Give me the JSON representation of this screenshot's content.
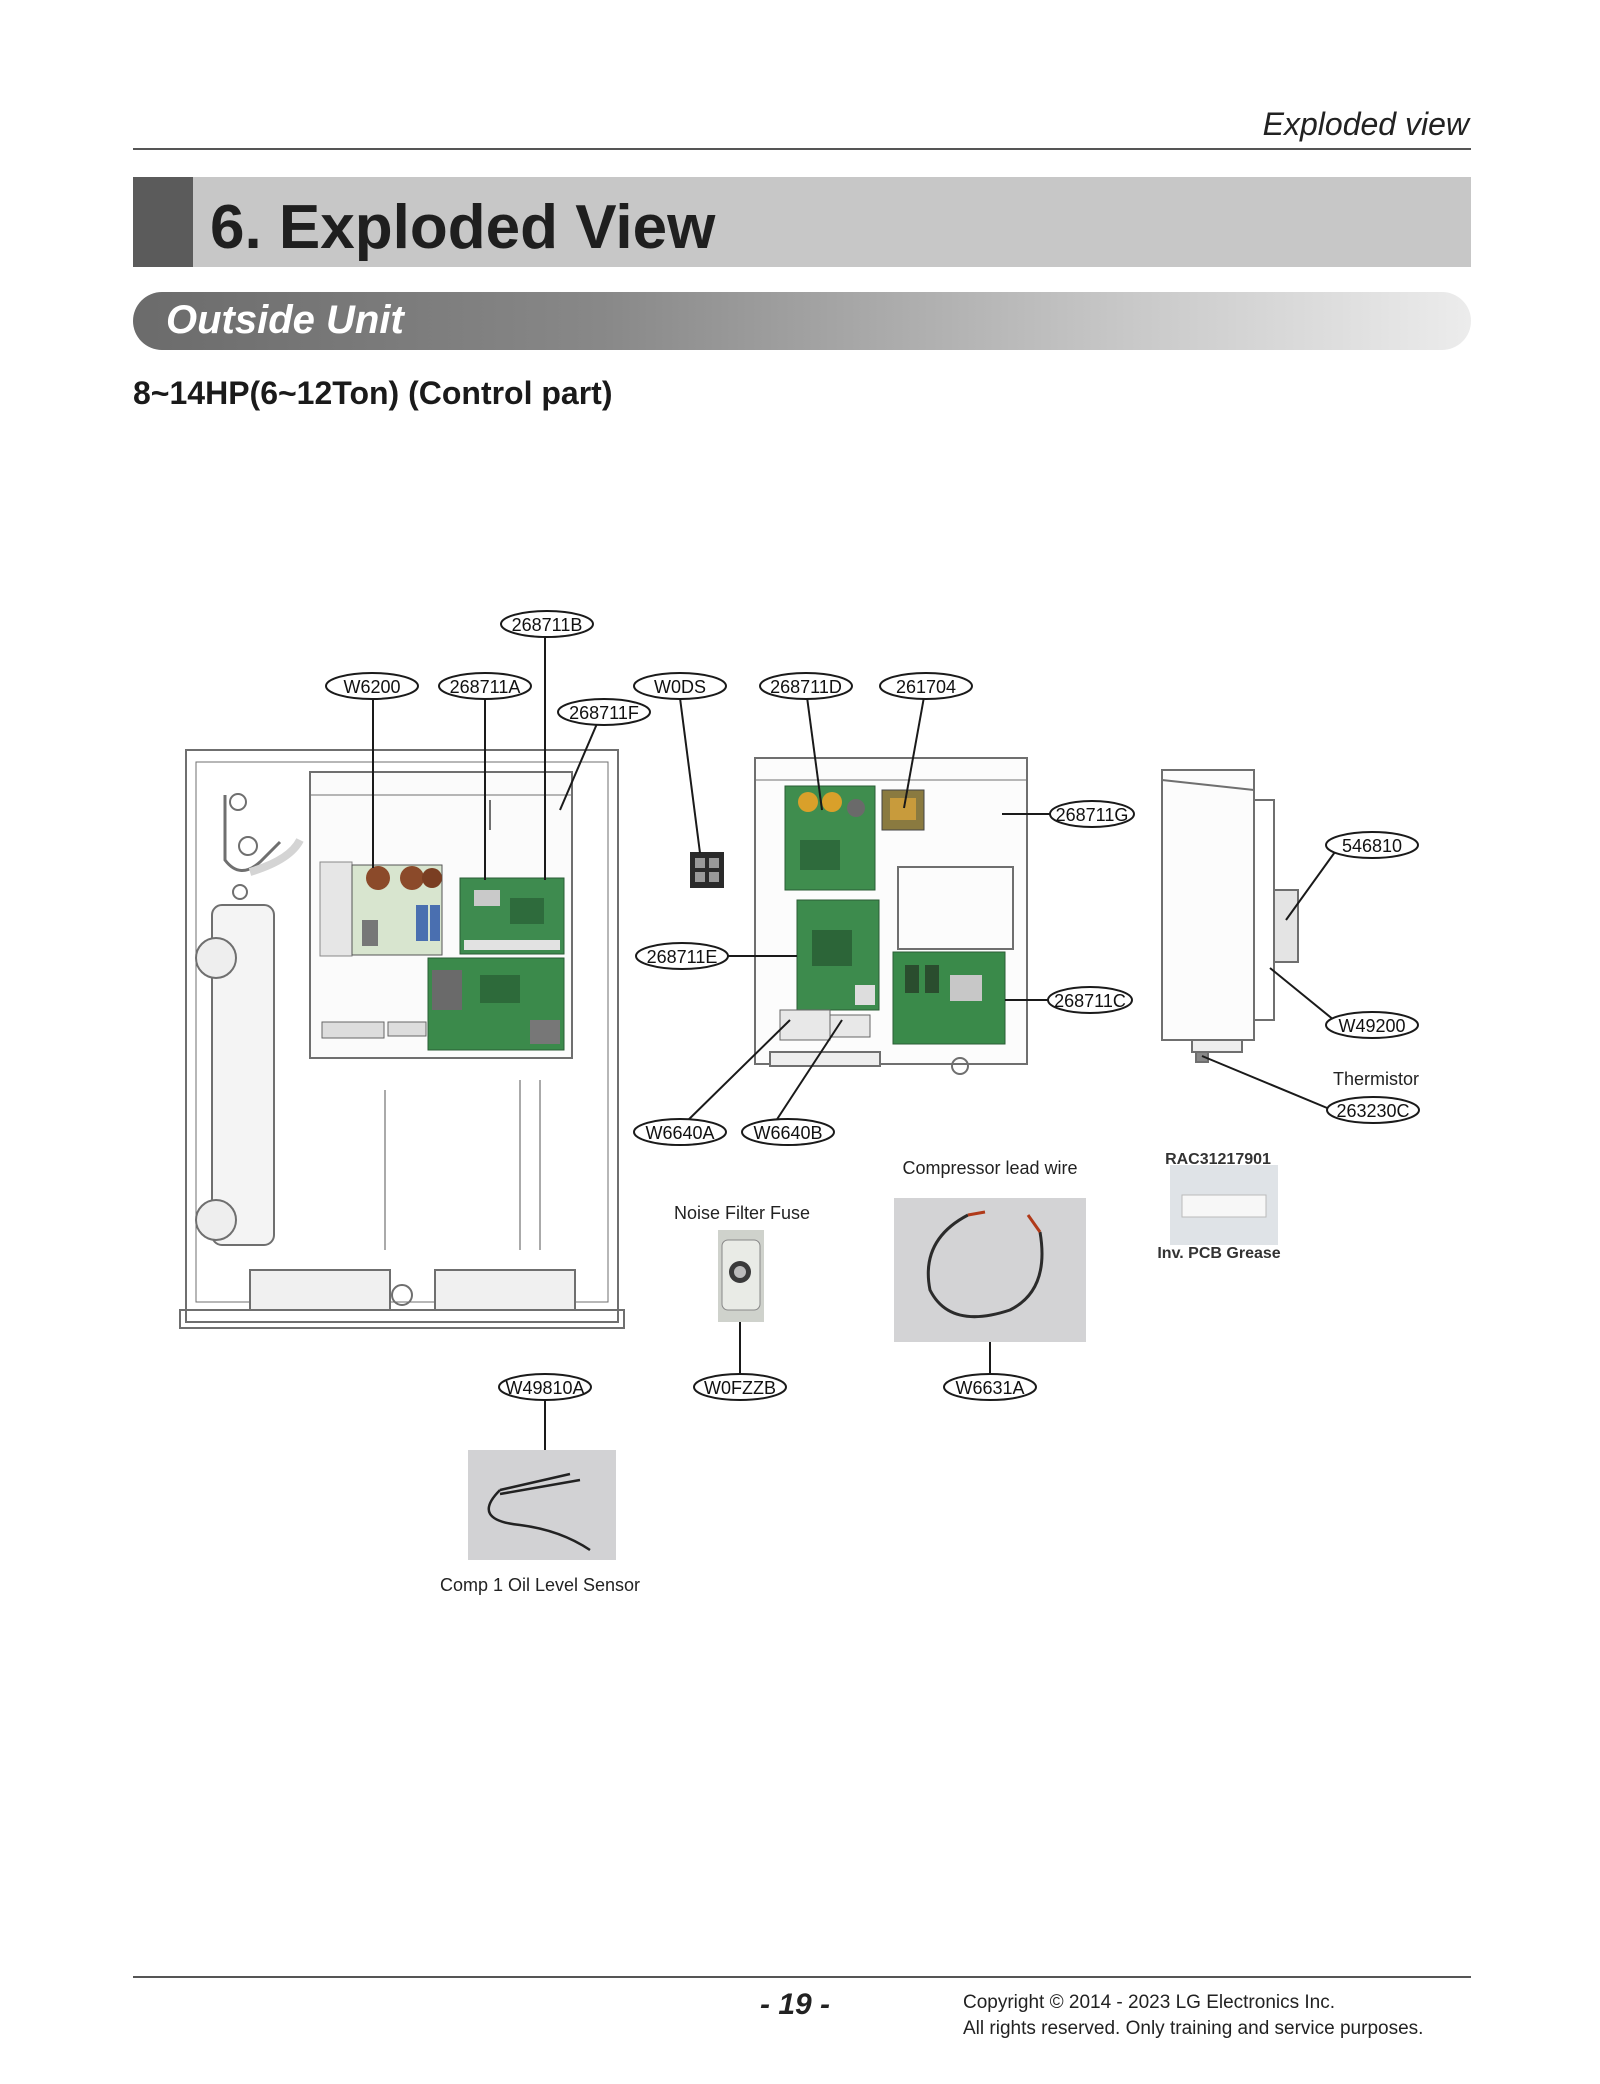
{
  "header": {
    "running_title": "Exploded view",
    "page_title": "6. Exploded View",
    "section_title": "Outside Unit",
    "subtitle": "8~14HP(6~12Ton) (Control part)"
  },
  "parts": {
    "w6200": "W6200",
    "p268711a": "268711A",
    "p268711b": "268711B",
    "p268711f": "268711F",
    "w0ds": "W0DS",
    "p268711d": "268711D",
    "p261704": "261704",
    "p268711g": "268711G",
    "p546810": "546810",
    "p268711e": "268711E",
    "p268711c": "268711C",
    "w49200": "W49200",
    "p263230c": "263230C",
    "w6640a": "W6640A",
    "w6640b": "W6640B",
    "w49810a": "W49810A",
    "w0fzzb": "W0FZZB",
    "w6631a": "W6631A"
  },
  "captions": {
    "thermistor": "Thermistor",
    "compressor_lead_wire": "Compressor lead wire",
    "noise_filter_fuse": "Noise Filter Fuse",
    "comp_oil_sensor": "Comp 1 Oil Level Sensor",
    "grease_code": "RAC31217901",
    "grease_name": "Inv. PCB Grease"
  },
  "footer": {
    "page_number": "- 19 -",
    "copyright_line1": "Copyright © 2014 - 2023 LG Electronics Inc.",
    "copyright_line2": "All rights reserved. Only training and service purposes."
  }
}
